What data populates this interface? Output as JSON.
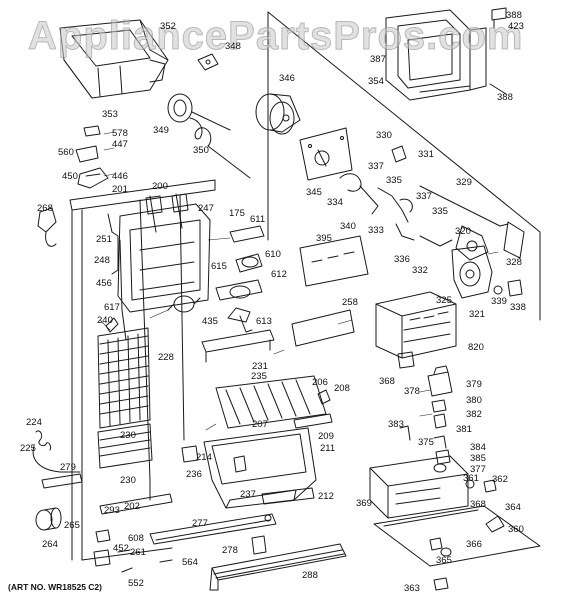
{
  "watermark": "AppliancePartsPros.com",
  "art_number": "(ART NO. WR18525 C2)",
  "callouts": {
    "c352": "352",
    "c348": "348",
    "c388a": "388",
    "c423": "423",
    "c387": "387",
    "c388b": "388",
    "c346": "346",
    "c354": "354",
    "c353": "353",
    "c349": "349",
    "c350": "350",
    "c578": "578",
    "c560": "560",
    "c447": "447",
    "c450": "450",
    "c446": "446",
    "c201": "201",
    "c200": "200",
    "c247": "247",
    "c268": "268",
    "c251": "251",
    "c175": "175",
    "c611": "611",
    "c330": "330",
    "c331": "331",
    "c337a": "337",
    "c335a": "335",
    "c329": "329",
    "c345": "345",
    "c334": "334",
    "c340": "340",
    "c333": "333",
    "c337b": "337",
    "c335b": "335",
    "c395": "395",
    "c320": "320",
    "c248": "248",
    "c610": "610",
    "c615": "615",
    "c612": "612",
    "c336": "336",
    "c332": "332",
    "c328": "328",
    "c456": "456",
    "c617": "617",
    "c435": "435",
    "c613": "613",
    "c258": "258",
    "c325": "325",
    "c339": "339",
    "c338": "338",
    "c321": "321",
    "c240": "240",
    "c228": "228",
    "c231": "231",
    "c820": "820",
    "c235": "235",
    "c206": "206",
    "c208": "208",
    "c368a": "368",
    "c378": "378",
    "c379": "379",
    "c380": "380",
    "c382": "382",
    "c381": "381",
    "c224": "224",
    "c230a": "230",
    "c207": "207",
    "c209": "209",
    "c225": "225",
    "c383": "383",
    "c375": "375",
    "c384": "384",
    "c385": "385",
    "c377": "377",
    "c214": "214",
    "c211": "211",
    "c236": "236",
    "c279": "279",
    "c230b": "230",
    "c237": "237",
    "c212": "212",
    "c361": "361",
    "c362": "362",
    "c202": "202",
    "c369": "369",
    "c368b": "368",
    "c364": "364",
    "c293": "293",
    "c265": "265",
    "c277": "277",
    "c360": "360",
    "c608": "608",
    "c264": "264",
    "c452": "452",
    "c261": "261",
    "c278": "278",
    "c564": "564",
    "c366": "366",
    "c365": "365",
    "c288": "288",
    "c552": "552",
    "c363": "363"
  }
}
